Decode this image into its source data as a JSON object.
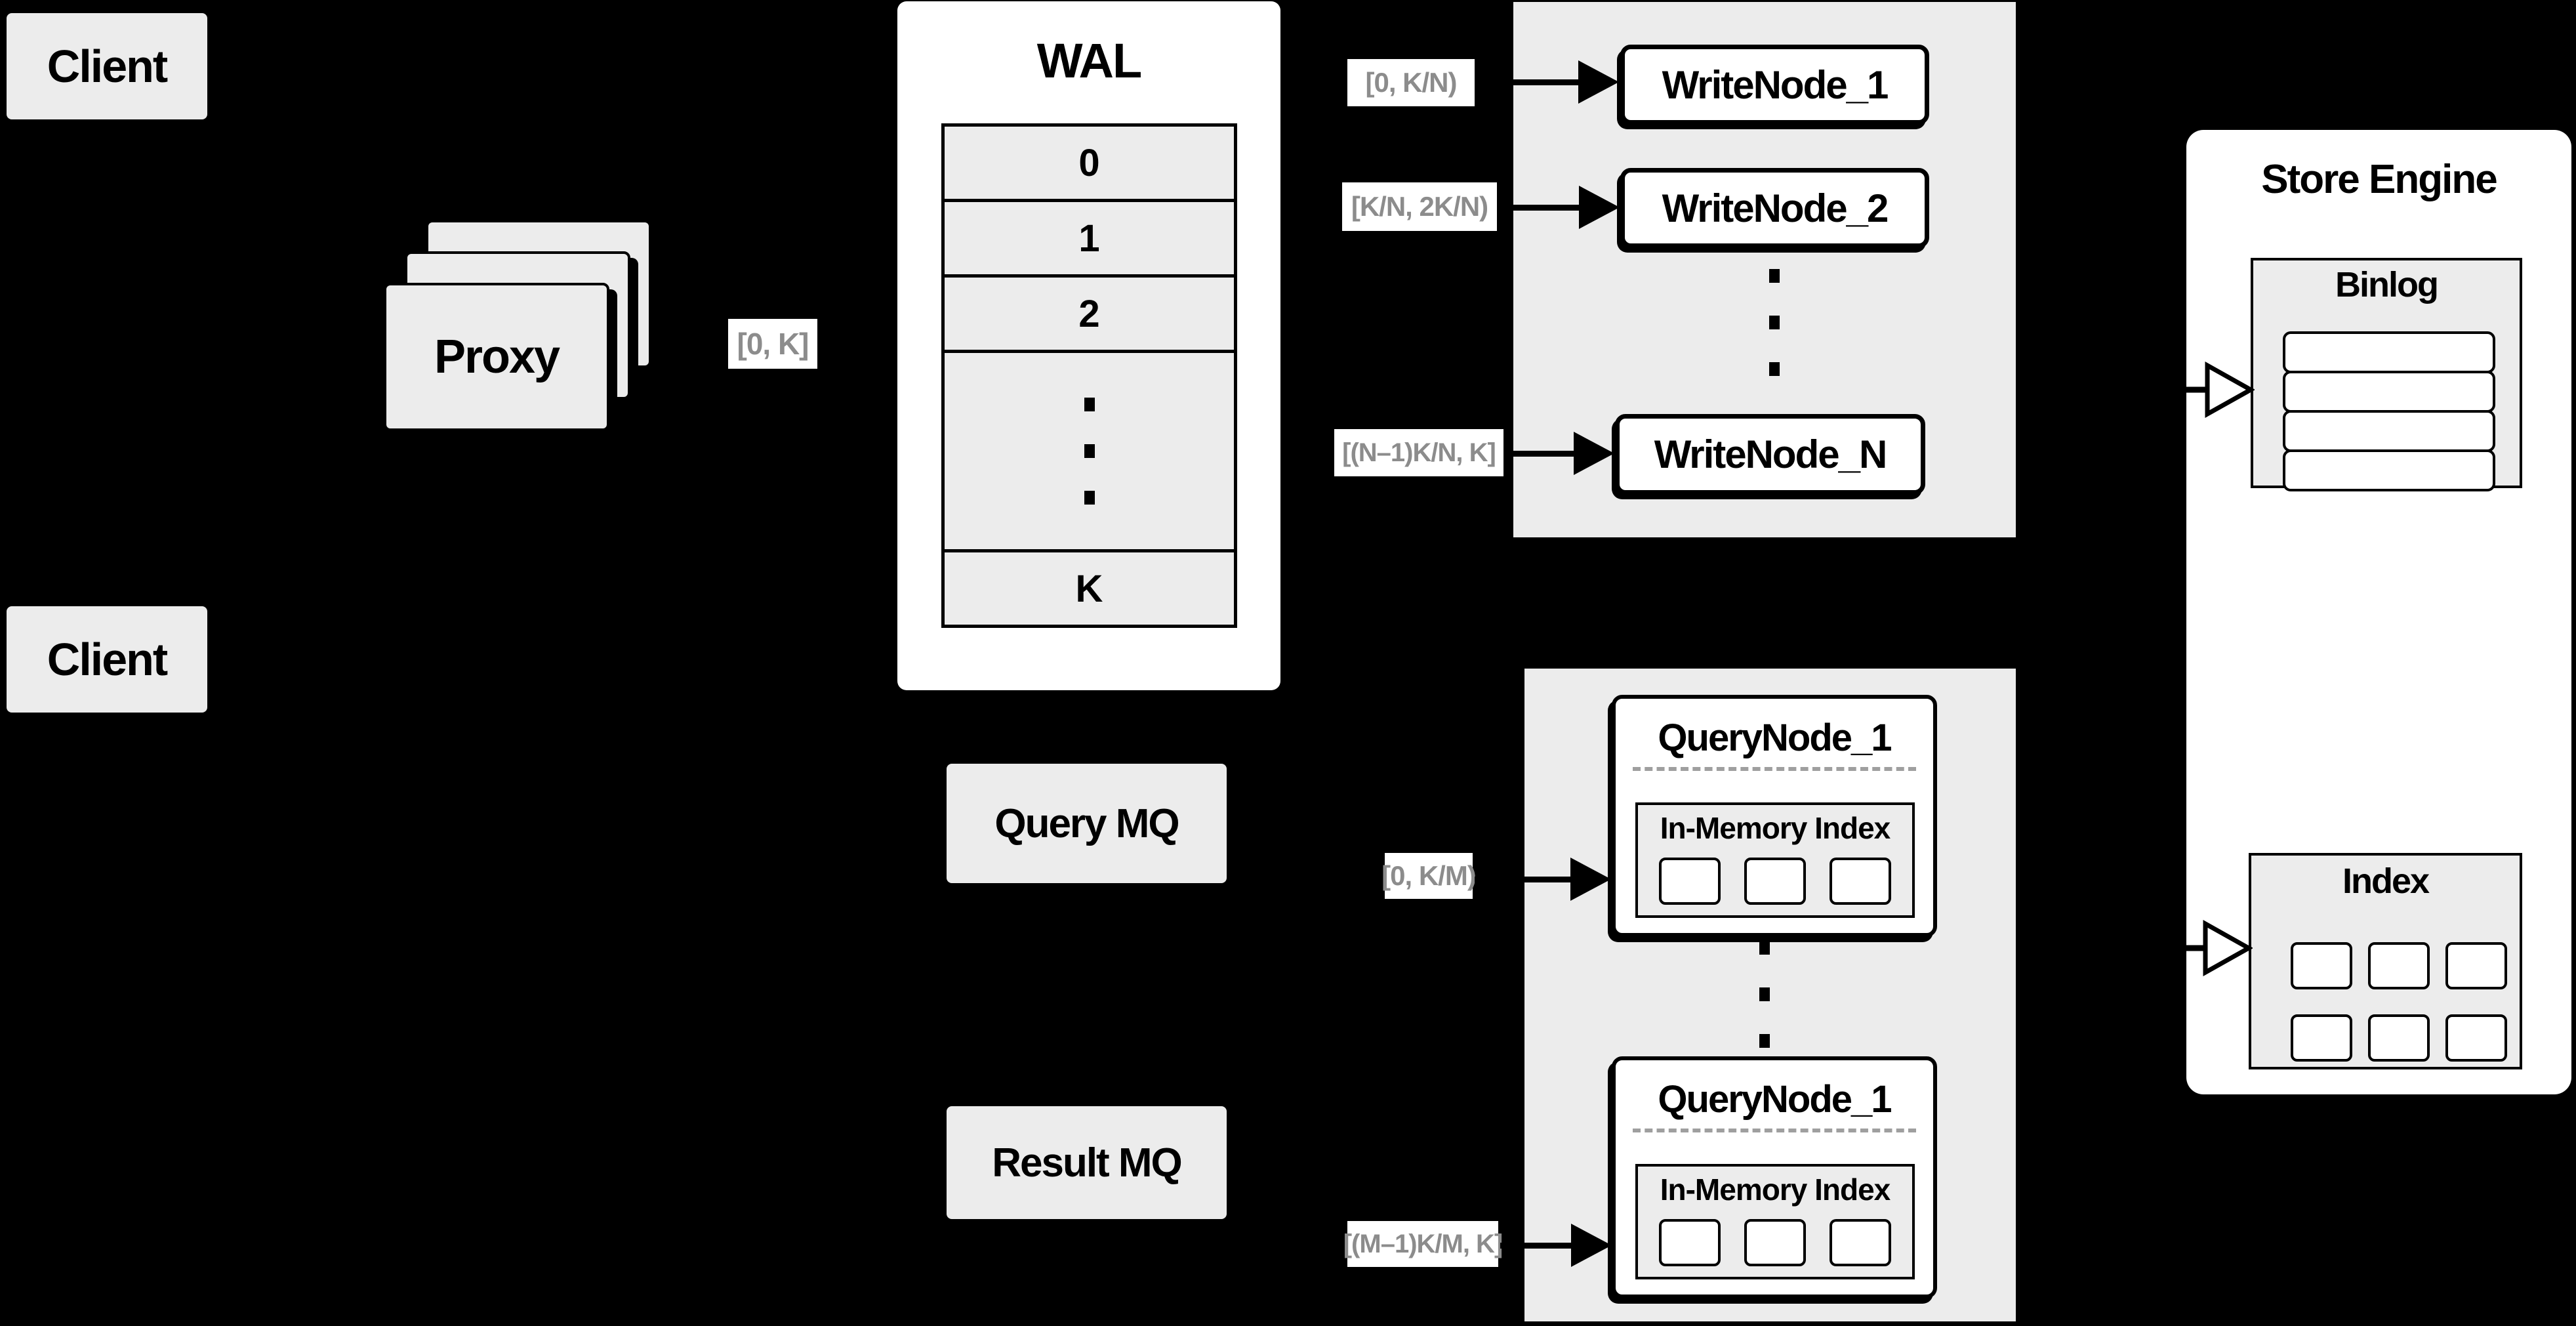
{
  "colors": {
    "background": "#000000",
    "panel_gray": "#ececec",
    "box_white": "#ffffff",
    "border_black": "#000000",
    "range_label_text": "#8c8c8c",
    "dashed_divider": "#9f9f9f"
  },
  "clients": {
    "top_label": "Client",
    "bottom_label": "Client"
  },
  "proxy": {
    "label": "Proxy"
  },
  "wal": {
    "title": "WAL",
    "segments": [
      "0",
      "1",
      "2"
    ],
    "last_segment": "K"
  },
  "range_labels": {
    "proxy_out": "[0, K]",
    "write_node_1": "[0, K/N)",
    "write_node_2": "[K/N, 2K/N)",
    "write_node_n": "[(N–1)K/N, K]",
    "query_node_1": "[0, K/M)",
    "query_node_m": "[(M–1)K/M, K]"
  },
  "write_nodes": {
    "node_1": "WriteNode_1",
    "node_2": "WriteNode_2",
    "node_n": "WriteNode_N"
  },
  "mq": {
    "query": "Query MQ",
    "result": "Result MQ"
  },
  "query_nodes": {
    "node_top": {
      "title": "QueryNode_1",
      "inner_title": "In-Memory Index"
    },
    "node_bottom": {
      "title": "QueryNode_1",
      "inner_title": "In-Memory Index"
    }
  },
  "store_engine": {
    "title": "Store Engine",
    "binlog_title": "Binlog",
    "index_title": "Index"
  }
}
